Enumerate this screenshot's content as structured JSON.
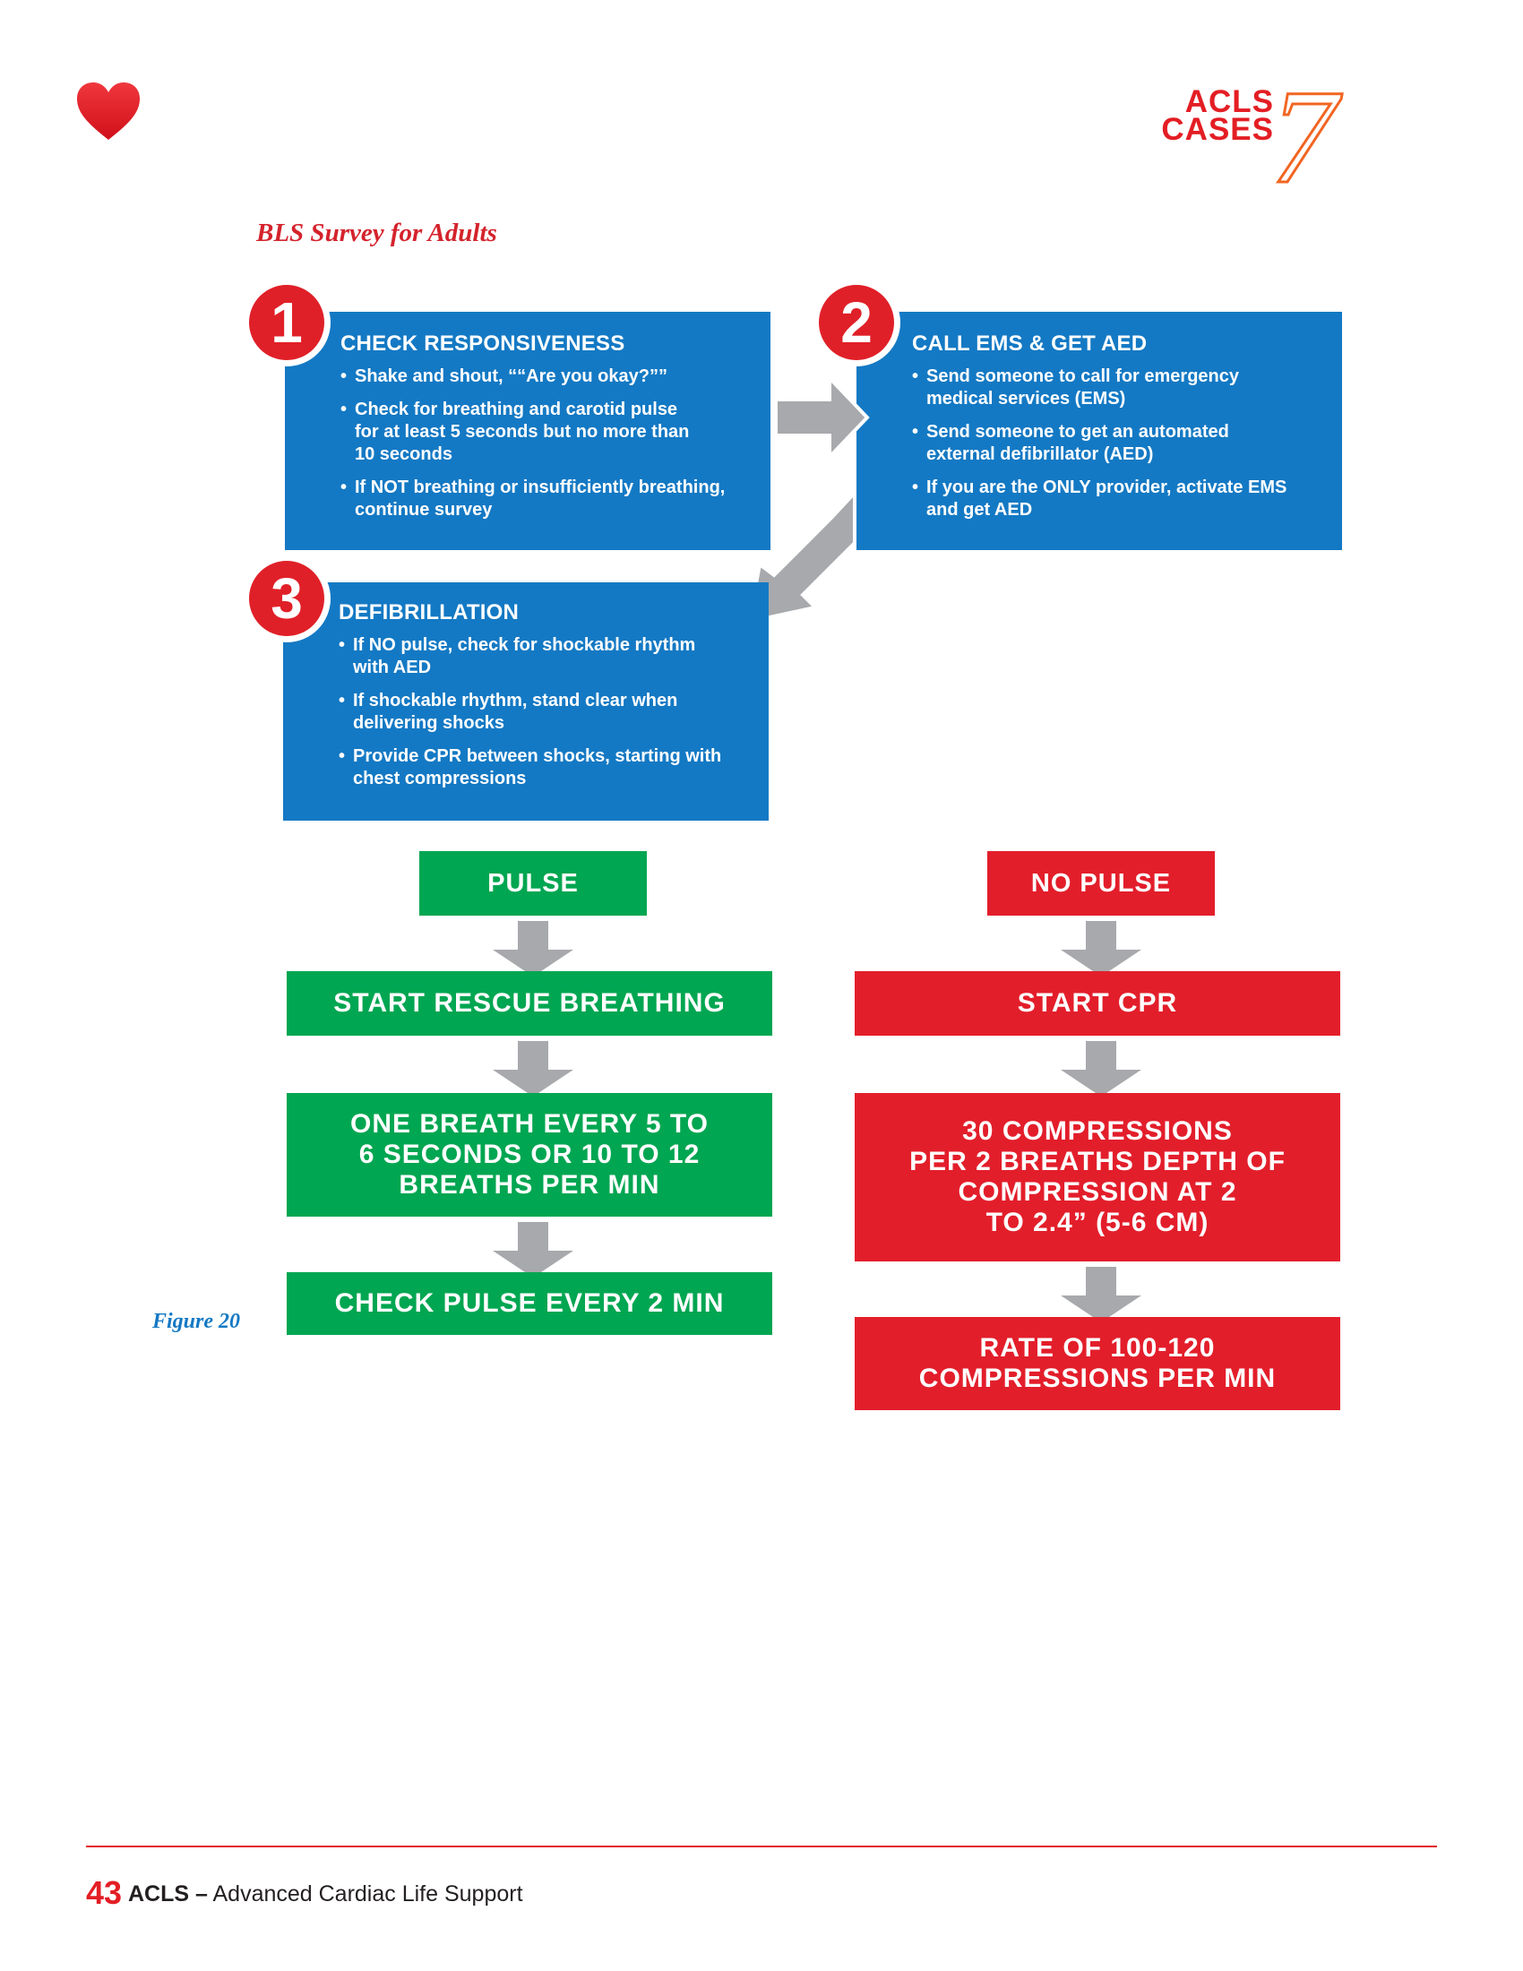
{
  "header": {
    "line1": "ACLS",
    "line2": "CASES",
    "chapter": "7"
  },
  "survey_title": "BLS Survey for Adults",
  "steps": [
    {
      "number": "1",
      "title": "CHECK RESPONSIVENESS",
      "bullets": [
        "Shake and shout, ““Are you okay?””",
        "Check for breathing and carotid pulse\nfor at least 5 seconds but no more than\n10 seconds",
        "If NOT breathing or insufficiently breathing,\ncontinue survey"
      ]
    },
    {
      "number": "2",
      "title": "CALL EMS & GET AED",
      "bullets": [
        "Send someone to call for emergency\nmedical services (EMS)",
        "Send someone to get an automated\nexternal defibrillator (AED)",
        "If you are the ONLY provider, activate EMS\nand get AED"
      ]
    },
    {
      "number": "3",
      "title": "DEFIBRILLATION",
      "bullets": [
        "If NO pulse, check for shockable rhythm\nwith AED",
        "If shockable rhythm, stand clear when\ndelivering shocks",
        "Provide CPR between shocks, starting with\nchest compressions"
      ]
    }
  ],
  "pulse": {
    "label": "PULSE",
    "boxes": [
      "START RESCUE BREATHING",
      "ONE BREATH EVERY 5 TO\n6 SECONDS OR 10 TO 12\nBREATHS PER MIN",
      "CHECK PULSE EVERY 2 MIN"
    ]
  },
  "no_pulse": {
    "label": "NO PULSE",
    "boxes": [
      "START CPR",
      "30 COMPRESSIONS\nPER 2 BREATHS DEPTH OF\nCOMPRESSION AT 2\nTO 2.4” (5-6 CM)",
      "RATE OF 100-120\nCOMPRESSIONS PER MIN"
    ]
  },
  "figure_label": "Figure 20",
  "footer": {
    "page": "43",
    "acls": "ACLS –",
    "subtitle": "Advanced Cardiac Life Support"
  },
  "colors": {
    "blue": "#1479c4",
    "green": "#00a651",
    "red": "#e31e2b",
    "gray": "#a7a9ac",
    "orange": "#f26522"
  },
  "icons": {
    "logo": "heart-icon",
    "arrows": "gray-arrow-icon"
  }
}
